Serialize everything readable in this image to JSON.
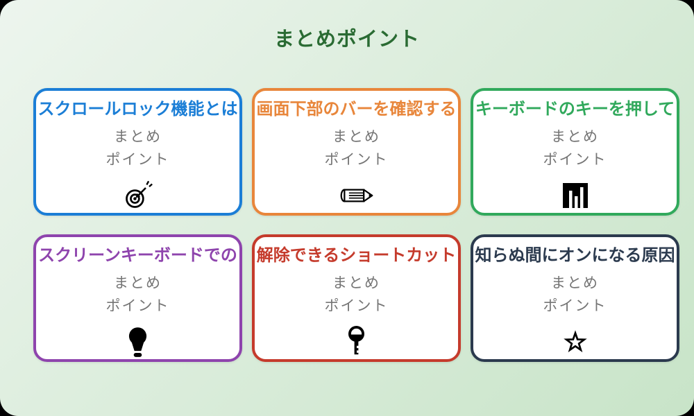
{
  "page": {
    "title": "まとめポイント",
    "title_color": "#2a6b33",
    "bg_from": "#edf5ee",
    "bg_to": "#c8e4c8",
    "card_bg": "#ffffff",
    "subtitle_color": "#757575"
  },
  "cards": [
    {
      "title": "スクロールロック機能とは",
      "color": "#1b7ed6",
      "sub_line1": "まとめ",
      "sub_line2": "ポイント",
      "icon": "target-icon"
    },
    {
      "title": "画面下部のバーを確認する",
      "color": "#e8863b",
      "sub_line1": "まとめ",
      "sub_line2": "ポイント",
      "icon": "pencil-icon"
    },
    {
      "title": "キーボードのキーを押して",
      "color": "#31a95c",
      "sub_line1": "まとめ",
      "sub_line2": "ポイント",
      "icon": "bar-chart-icon"
    },
    {
      "title": "スクリーンキーボードでの",
      "color": "#8e44ad",
      "sub_line1": "まとめ",
      "sub_line2": "ポイント",
      "icon": "lightbulb-icon"
    },
    {
      "title": "解除できるショートカット",
      "color": "#c53b2c",
      "sub_line1": "まとめ",
      "sub_line2": "ポイント",
      "icon": "key-icon"
    },
    {
      "title": "知らぬ間にオンになる原因",
      "color": "#2b3a4e",
      "sub_line1": "まとめ",
      "sub_line2": "ポイント",
      "icon": "star-icon"
    }
  ]
}
